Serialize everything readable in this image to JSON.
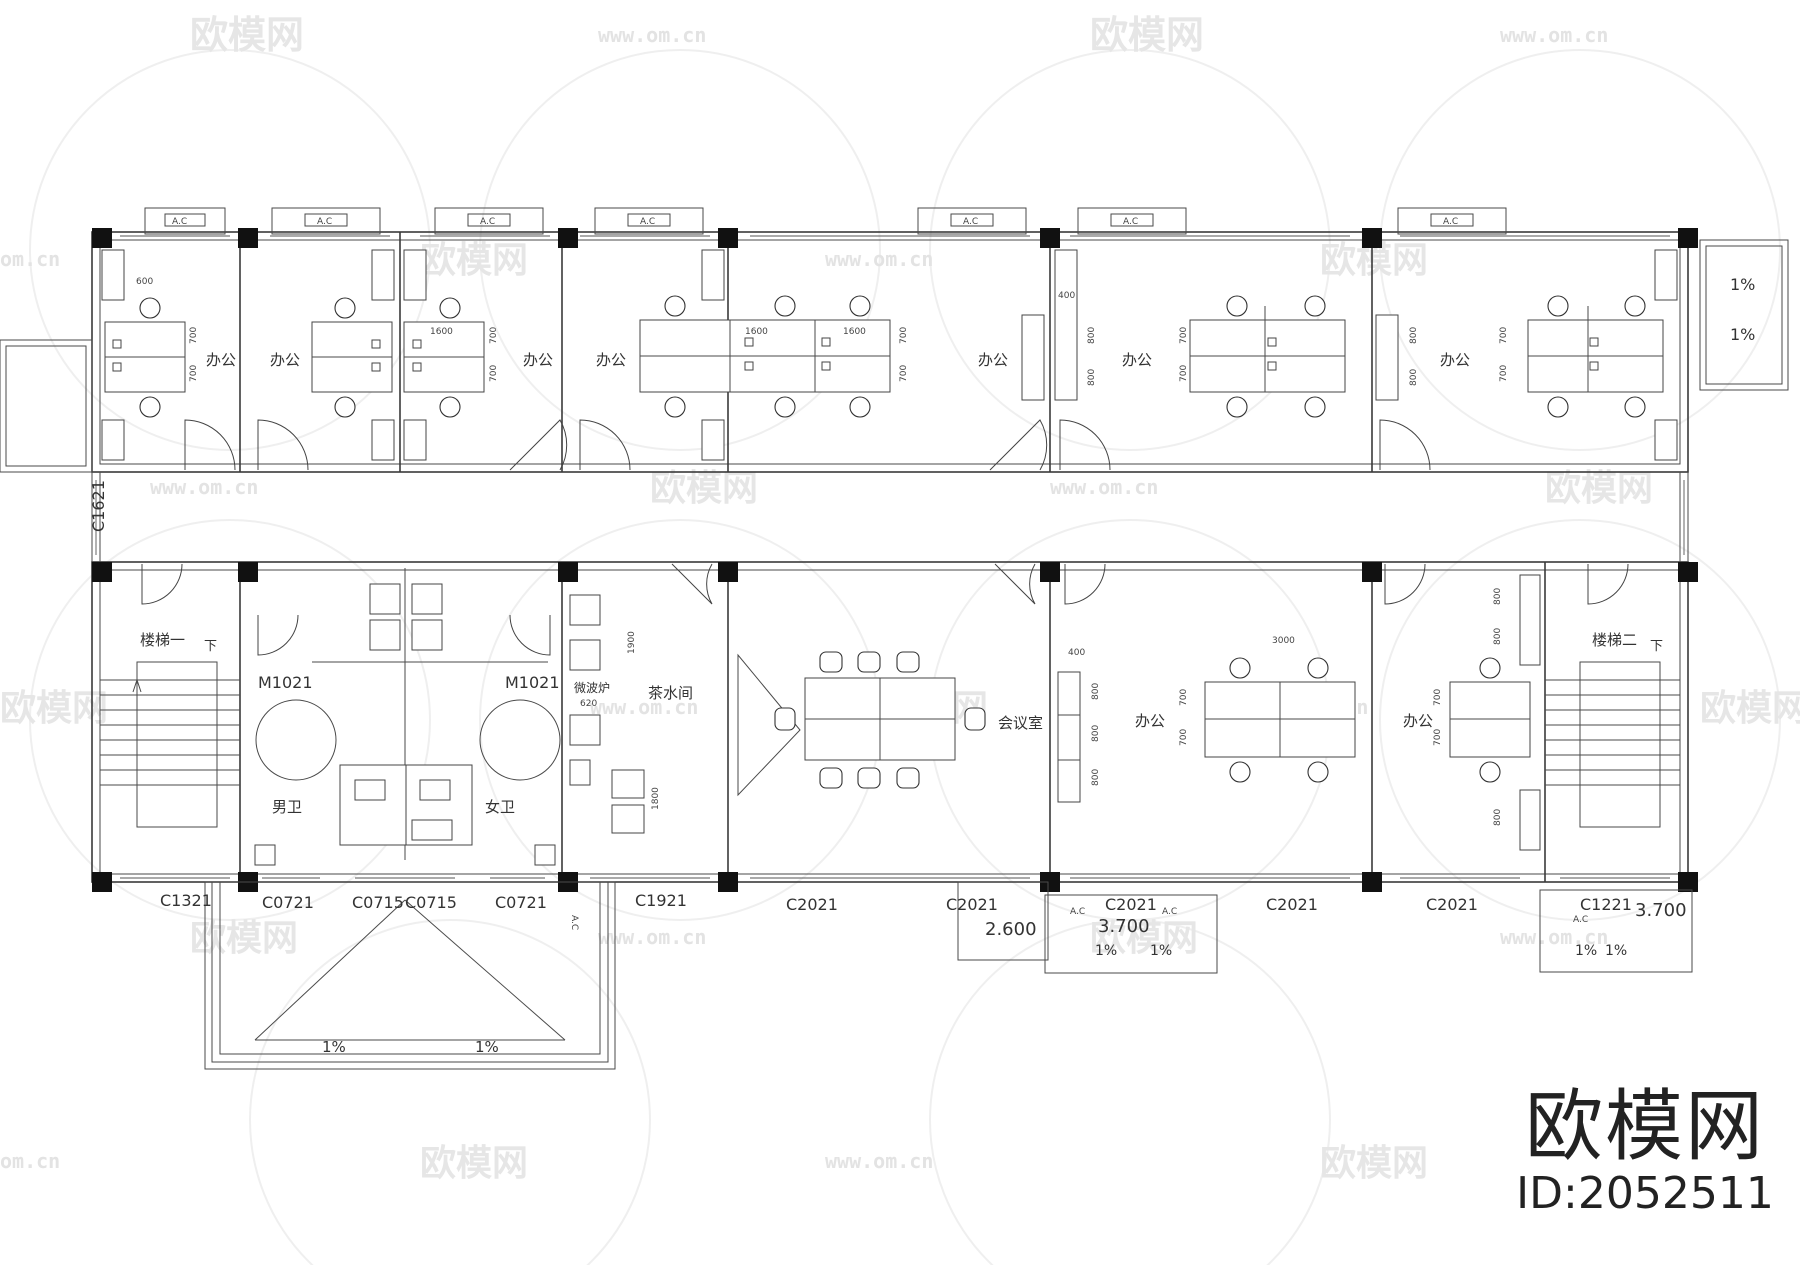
{
  "rooms": {
    "office": "办公",
    "stair1": "楼梯一",
    "stair2": "楼梯二",
    "down": "下",
    "men_wc": "男卫",
    "women_wc": "女卫",
    "tea_room": "茶水间",
    "microwave": "微波炉",
    "meeting": "会议室"
  },
  "codes": {
    "ac": "A.C",
    "c1621": "C1621",
    "c1321": "C1321",
    "c0721": "C0721",
    "c0715": "C0715",
    "c1921": "C1921",
    "c2021": "C2021",
    "c1221": "C1221",
    "m1021": "M1021"
  },
  "slopes": {
    "one_pct": "1%"
  },
  "elevations": {
    "e2600": "2.600",
    "e3700": "3.700",
    "e3700b": "3.700"
  },
  "dims": {
    "d600": "600",
    "d700": "700",
    "d1600": "1600",
    "d800": "800",
    "d3000": "3000",
    "d1900": "1900",
    "d620": "620",
    "d1800": "1800",
    "d400": "400"
  },
  "watermark": {
    "brand": "欧模网",
    "url": "www.om.cn",
    "url_short": "om.cn"
  },
  "footer": {
    "brand": "欧模网",
    "id": "ID:2052511"
  }
}
